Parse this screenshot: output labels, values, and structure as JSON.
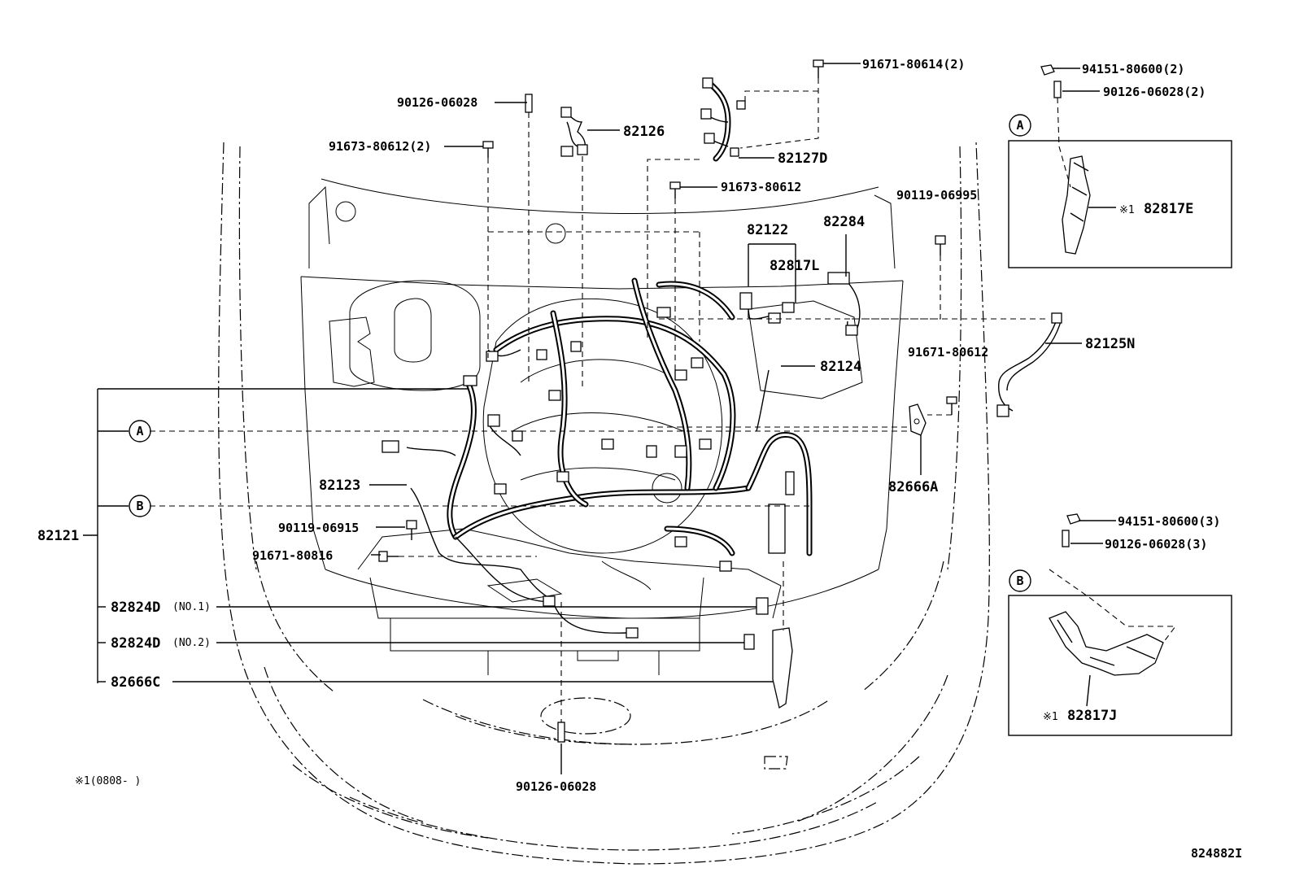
{
  "labels": {
    "p_91671_80614": "91671-80614(2)",
    "p_94151_80600_2": "94151-80600(2)",
    "p_90126_06028_2": "90126-06028(2)",
    "p_90126_06028_top": "90126-06028",
    "p_82126": "82126",
    "p_91673_80612_2": "91673-80612(2)",
    "p_82127D": "82127D",
    "p_91673_80612": "91673-80612",
    "p_90119_06995": "90119-06995",
    "p_82817E": "82817E",
    "p_82122": "82122",
    "p_82284": "82284",
    "p_82817L": "82817L",
    "p_82125N": "82125N",
    "p_91671_80612": "91671-80612",
    "p_82124": "82124",
    "p_82666A": "82666A",
    "p_82123": "82123",
    "p_90119_06915": "90119-06915",
    "p_82121": "82121",
    "p_91671_80816": "91671-80816",
    "p_94151_80600_3": "94151-80600(3)",
    "p_90126_06028_3": "90126-06028(3)",
    "p_82824D_1": "82824D",
    "p_82824D_1_note": "(NO.1)",
    "p_82824D_2": "82824D",
    "p_82824D_2_note": "(NO.2)",
    "p_82666C": "82666C",
    "p_82817J": "82817J",
    "p_90126_06028_bottom": "90126-06028",
    "ref_mark": "※1",
    "footnote": "※1(0808-      )",
    "diagram_id": "824882I",
    "callout_A": "A",
    "callout_B": "B"
  }
}
